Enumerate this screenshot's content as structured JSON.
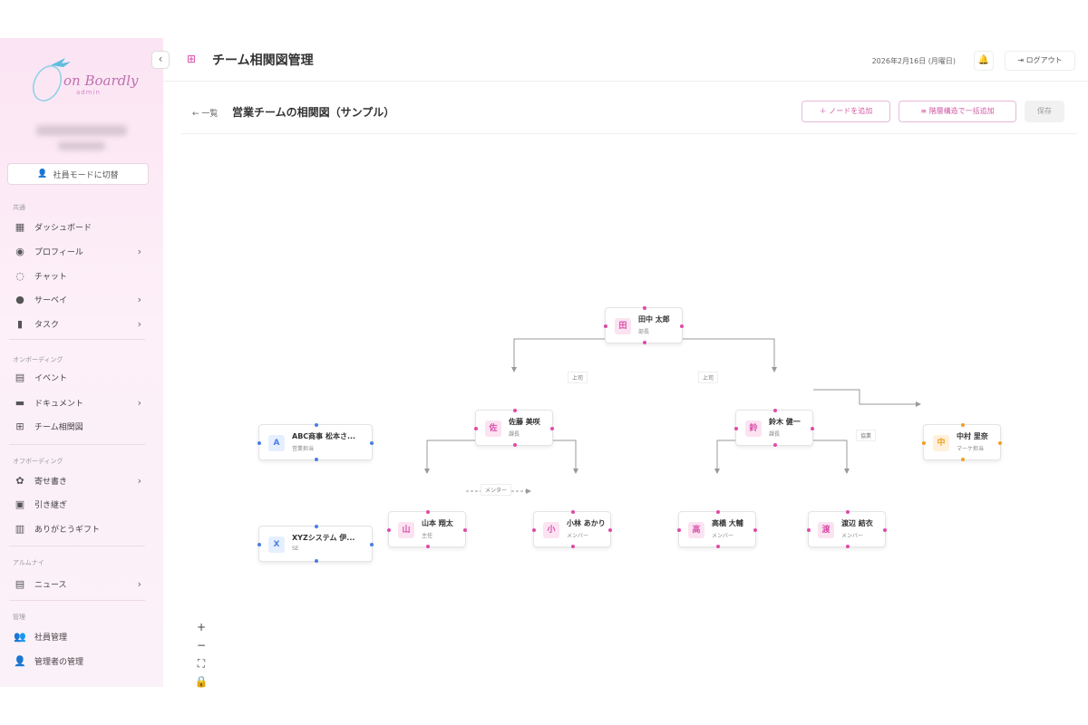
{
  "sidebar": {
    "logo_text": "on Boardly",
    "logo_sub": "admin",
    "mode_button": "社員モードに切替",
    "sections": {
      "common": "共通",
      "onboarding": "オンボーディング",
      "offboarding": "オフボーディング",
      "alumni": "アルムナイ",
      "admin": "管理"
    },
    "items": {
      "dashboard": "ダッシュボード",
      "profile": "プロフィール",
      "chat": "チャット",
      "survey": "サーベイ",
      "task": "タスク",
      "event": "イベント",
      "document": "ドキュメント",
      "team_chart": "チーム相関図",
      "farewell": "寄せ書き",
      "handover": "引き継ぎ",
      "gift": "ありがとうギフト",
      "news": "ニュース",
      "employee_mgmt": "社員管理",
      "admin_mgmt": "管理者の管理"
    }
  },
  "header": {
    "title": "チーム相関図管理",
    "date": "2026年2月16日 (月曜日)",
    "logout": "ログアウト"
  },
  "subheader": {
    "back": "← 一覧",
    "title": "営業チームの相関図（サンプル）",
    "add_node": "＋ ノードを追加",
    "bulk_add": "≡ 階層構造で一括追加",
    "save": "保存"
  },
  "nodes": {
    "tanaka": {
      "avatar": "田",
      "name": "田中 太郎",
      "role": "部長"
    },
    "sato": {
      "avatar": "佐",
      "name": "佐藤 美咲",
      "role": "課長"
    },
    "suzuki": {
      "avatar": "鈴",
      "name": "鈴木 健一",
      "role": "課長"
    },
    "nakamura": {
      "avatar": "中",
      "name": "中村 里奈",
      "role": "マーケ担当"
    },
    "abc": {
      "avatar": "A",
      "name": "ABC商事 松本さ...",
      "role": "営業担当"
    },
    "xyz": {
      "avatar": "X",
      "name": "XYZシステム 伊...",
      "role": "SE"
    },
    "yamamoto": {
      "avatar": "山",
      "name": "山本 翔太",
      "role": "主任"
    },
    "kobayashi": {
      "avatar": "小",
      "name": "小林 あかり",
      "role": "メンバー"
    },
    "takahashi": {
      "avatar": "高",
      "name": "高橋 大輔",
      "role": "メンバー"
    },
    "watanabe": {
      "avatar": "渡",
      "name": "渡辺 結衣",
      "role": "メンバー"
    }
  },
  "edge_labels": {
    "boss1": "上司",
    "boss2": "上司",
    "collab": "協業",
    "mentor": "メンター"
  },
  "zoom": {
    "plus": "+",
    "minus": "−",
    "fit": "⛶",
    "lock": "🔒"
  }
}
